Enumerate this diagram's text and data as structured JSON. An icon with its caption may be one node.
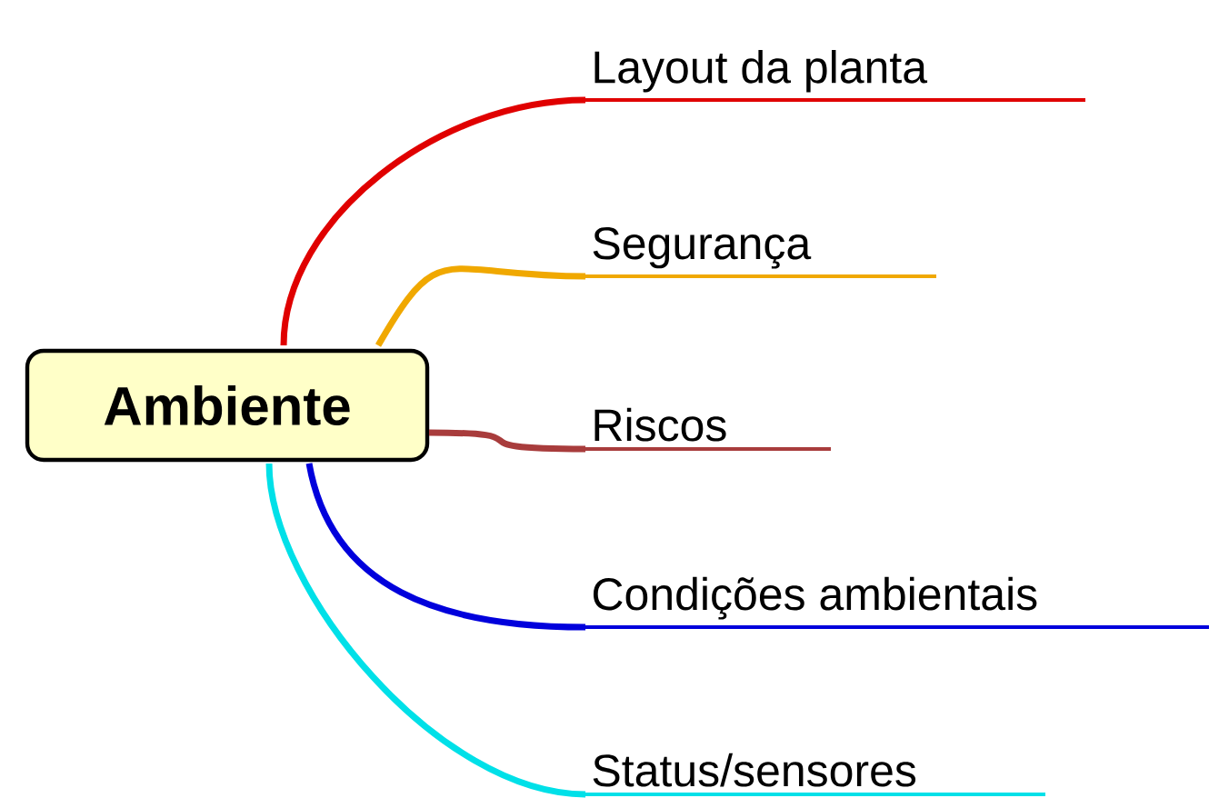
{
  "diagram": {
    "nodes": [
      {
        "text": [
          "Ambiente"
        ]
      },
      {
        "text": [
          "Layout da planta"
        ]
      },
      {
        "text": [
          "Segurança"
        ]
      },
      {
        "text": [
          "Riscos"
        ]
      },
      {
        "text": [
          "Condições ambientais"
        ]
      },
      {
        "text": [
          "Status/sensores"
        ]
      }
    ],
    "edges": [
      {
        "from": 0,
        "to": 1,
        "arrow": "none",
        "color": "#e00000"
      },
      {
        "from": 0,
        "to": 2,
        "arrow": "none",
        "color": "#f0a800"
      },
      {
        "from": 0,
        "to": 3,
        "arrow": "none",
        "color": "#a83c3c"
      },
      {
        "from": 0,
        "to": 4,
        "arrow": "none",
        "color": "#0000dc"
      },
      {
        "from": 0,
        "to": 5,
        "arrow": "none",
        "color": "#00e0e8"
      }
    ]
  }
}
